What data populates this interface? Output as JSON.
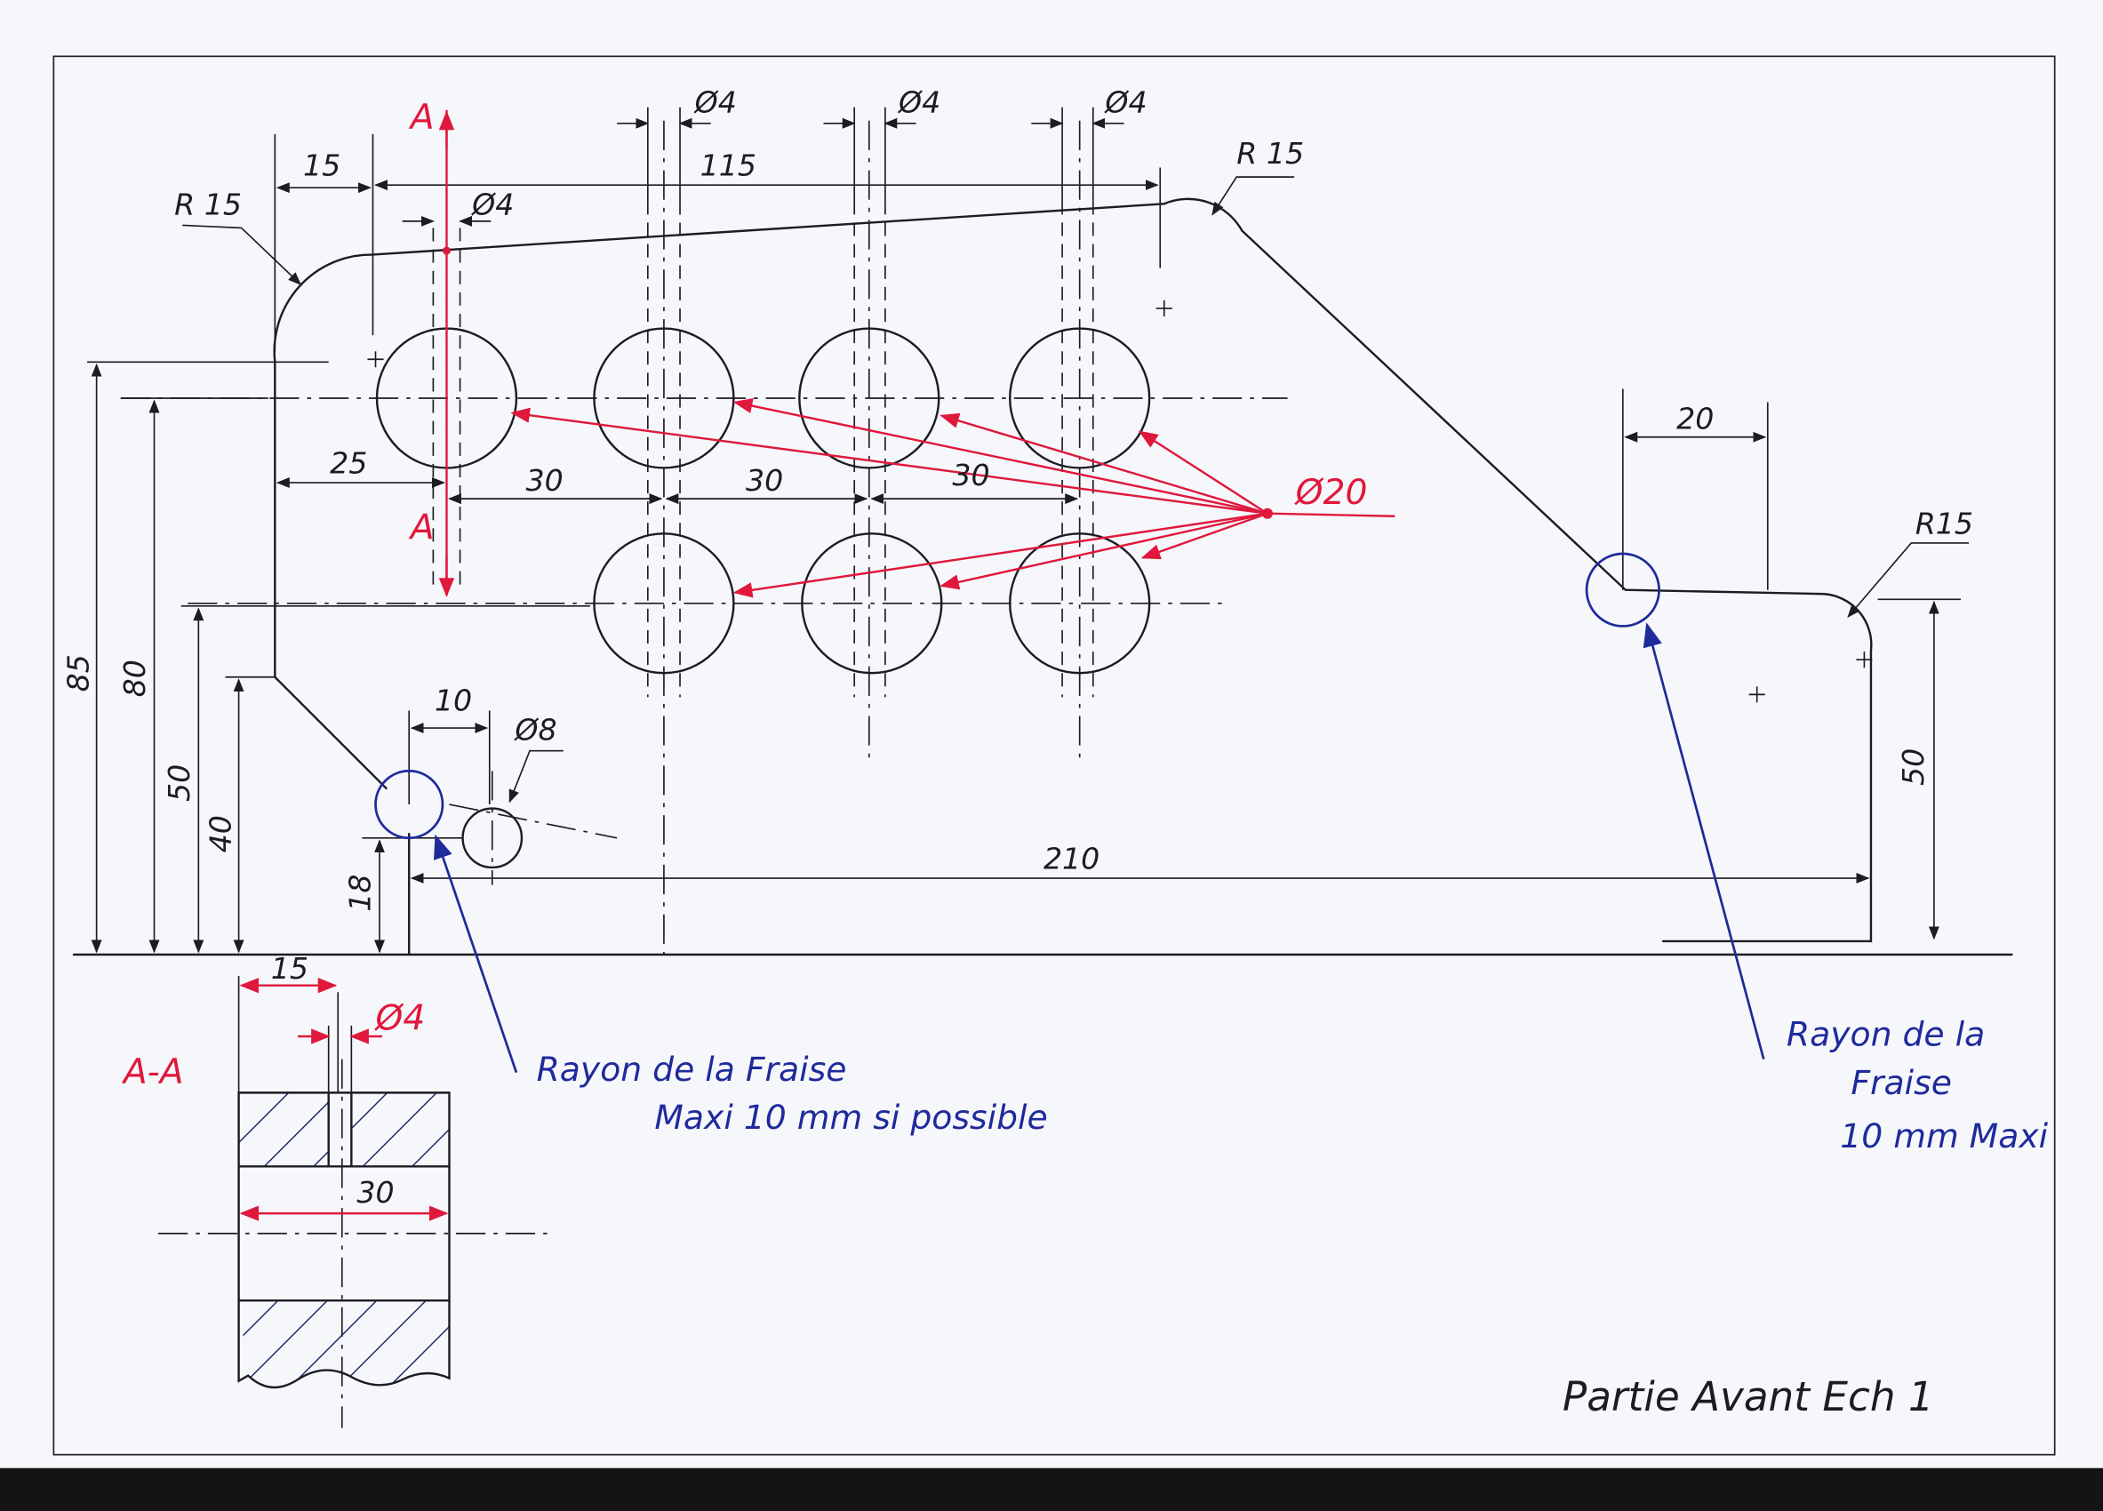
{
  "section_marks": {
    "top": "A",
    "bottom": "A",
    "section_title": "A-A"
  },
  "dimensions": {
    "r15_top_left": "R 15",
    "d15_top": "15",
    "d115": "115",
    "dia4_left": "Ø4",
    "dia4_top_1": "Ø4",
    "dia4_top_2": "Ø4",
    "dia4_top_3": "Ø4",
    "r15_top_right": "R 15",
    "d20": "20",
    "r15_right": "R15",
    "dia20": "Ø20",
    "d25": "25",
    "d30_1": "30",
    "d30_2": "30",
    "d30_3": "30",
    "d85": "85",
    "d80": "80",
    "d50_left": "50",
    "d40": "40",
    "d10": "10",
    "dia8": "Ø8",
    "d18": "18",
    "d210": "210",
    "d50_right": "50",
    "section_15": "15",
    "section_dia4": "Ø4",
    "section_30": "30"
  },
  "notes": {
    "left_line1": "Rayon de la Fraise",
    "left_line2": "Maxi 10 mm si possible",
    "right_line1": "Rayon de la",
    "right_line2": "Fraise",
    "right_line3": "10 mm Maxi"
  },
  "title_block": {
    "label": "Partie Avant Ech 1"
  },
  "colors": {
    "ink": "#1c1c22",
    "red": "#e0183c",
    "blue": "#1f2a9c",
    "paper": "#f6f7fa",
    "scan": "#141414"
  }
}
